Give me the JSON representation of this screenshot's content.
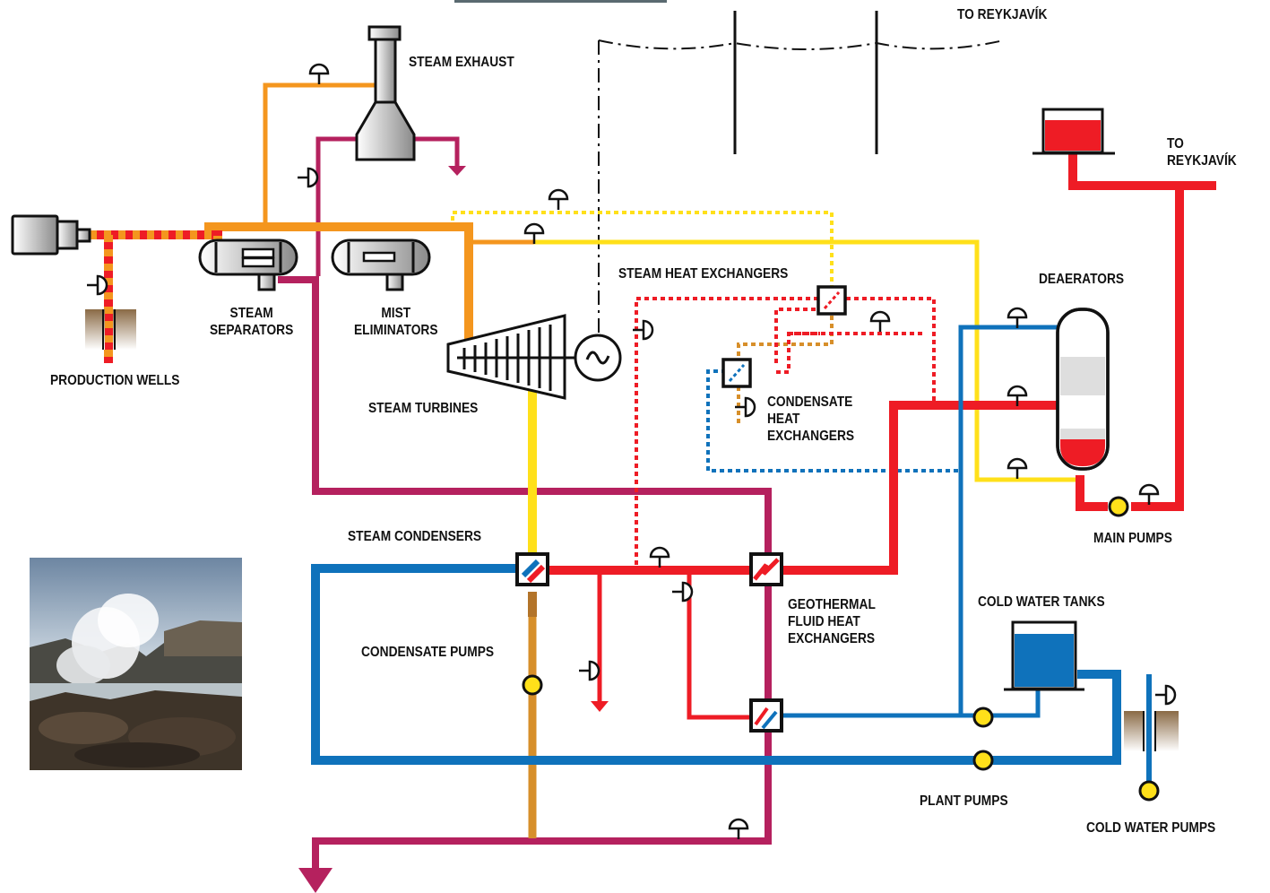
{
  "labels": {
    "to_reykjavik_top": "TO REYKJAVÍK",
    "to_reykjavik_right": "TO REYKJAVÍK",
    "steam_exhaust": "STEAM EXHAUST",
    "steam_separators": "STEAM\nSEPARATORS",
    "mist_eliminators": "MIST\nELIMINATORS",
    "production_wells": "PRODUCTION WELLS",
    "steam_turbines": "STEAM TURBINES",
    "steam_heat_exchangers": "STEAM HEAT EXCHANGERS",
    "deaerators": "DEAERATORS",
    "condensate_heat_exchangers": "CONDENSATE\nHEAT\nEXCHANGERS",
    "steam_condensers": "STEAM CONDENSERS",
    "condensate_pumps": "CONDENSATE PUMPS",
    "geothermal_fluid_heat_exchangers": "GEOTHERMAL\nFLUID HEAT\nEXCHANGERS",
    "main_pumps": "MAIN PUMPS",
    "cold_water_tanks": "COLD WATER TANKS",
    "plant_pumps": "PLANT PUMPS",
    "cold_water_pumps": "COLD WATER PUMPS"
  },
  "colors": {
    "steam": "#f4961e",
    "hot_water": "#ee1c25",
    "cold_water": "#0f72bb",
    "condensate": "#d78f2a",
    "exhaust": "#b5215e",
    "low_pressure_steam": "#ffe01a",
    "pump": "#ffe01a"
  },
  "icons": {
    "valve": "valve-icon",
    "pump": "pump-icon",
    "generator": "generator-icon"
  }
}
